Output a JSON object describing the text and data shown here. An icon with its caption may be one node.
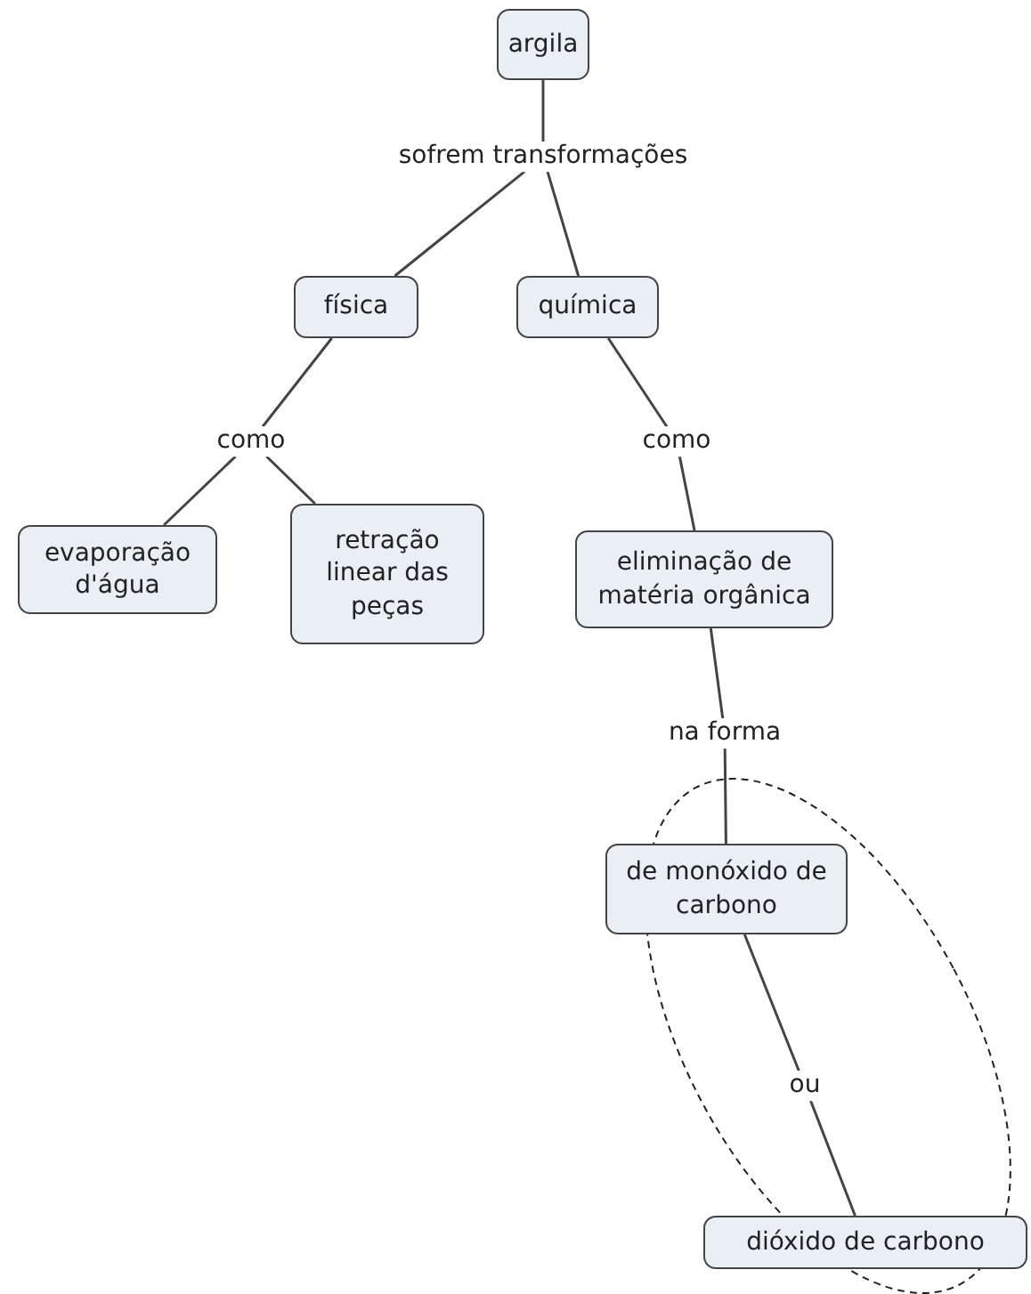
{
  "diagram": {
    "nodes": [
      {
        "text": [
          "argila"
        ]
      },
      {
        "text": [
          "sofrem transformações"
        ]
      },
      {
        "text": [
          "física"
        ]
      },
      {
        "text": [
          "química"
        ]
      },
      {
        "text": [
          "como"
        ]
      },
      {
        "text": [
          "como"
        ]
      },
      {
        "text": [
          "evaporação d'água"
        ]
      },
      {
        "text": [
          "retração linear das peças"
        ]
      },
      {
        "text": [
          "eliminação de matéria orgânica"
        ]
      },
      {
        "text": [
          "na forma"
        ]
      },
      {
        "text": [
          "de monóxido de carbono"
        ]
      },
      {
        "text": [
          "ou"
        ]
      },
      {
        "text": [
          "dióxido de carbono"
        ]
      }
    ],
    "edges": [
      {
        "from": 0,
        "to": 1,
        "arrow": "none"
      },
      {
        "from": 1,
        "to": 2,
        "arrow": "none"
      },
      {
        "from": 1,
        "to": 3,
        "arrow": "none"
      },
      {
        "from": 2,
        "to": 4,
        "arrow": "none"
      },
      {
        "from": 4,
        "to": 6,
        "arrow": "none"
      },
      {
        "from": 4,
        "to": 7,
        "arrow": "none"
      },
      {
        "from": 3,
        "to": 5,
        "arrow": "none"
      },
      {
        "from": 5,
        "to": 8,
        "arrow": "none"
      },
      {
        "from": 8,
        "to": 9,
        "arrow": "none"
      },
      {
        "from": 9,
        "to": 10,
        "arrow": "none"
      },
      {
        "from": 10,
        "to": 11,
        "arrow": "none"
      },
      {
        "from": 11,
        "to": 12,
        "arrow": "none"
      }
    ]
  }
}
